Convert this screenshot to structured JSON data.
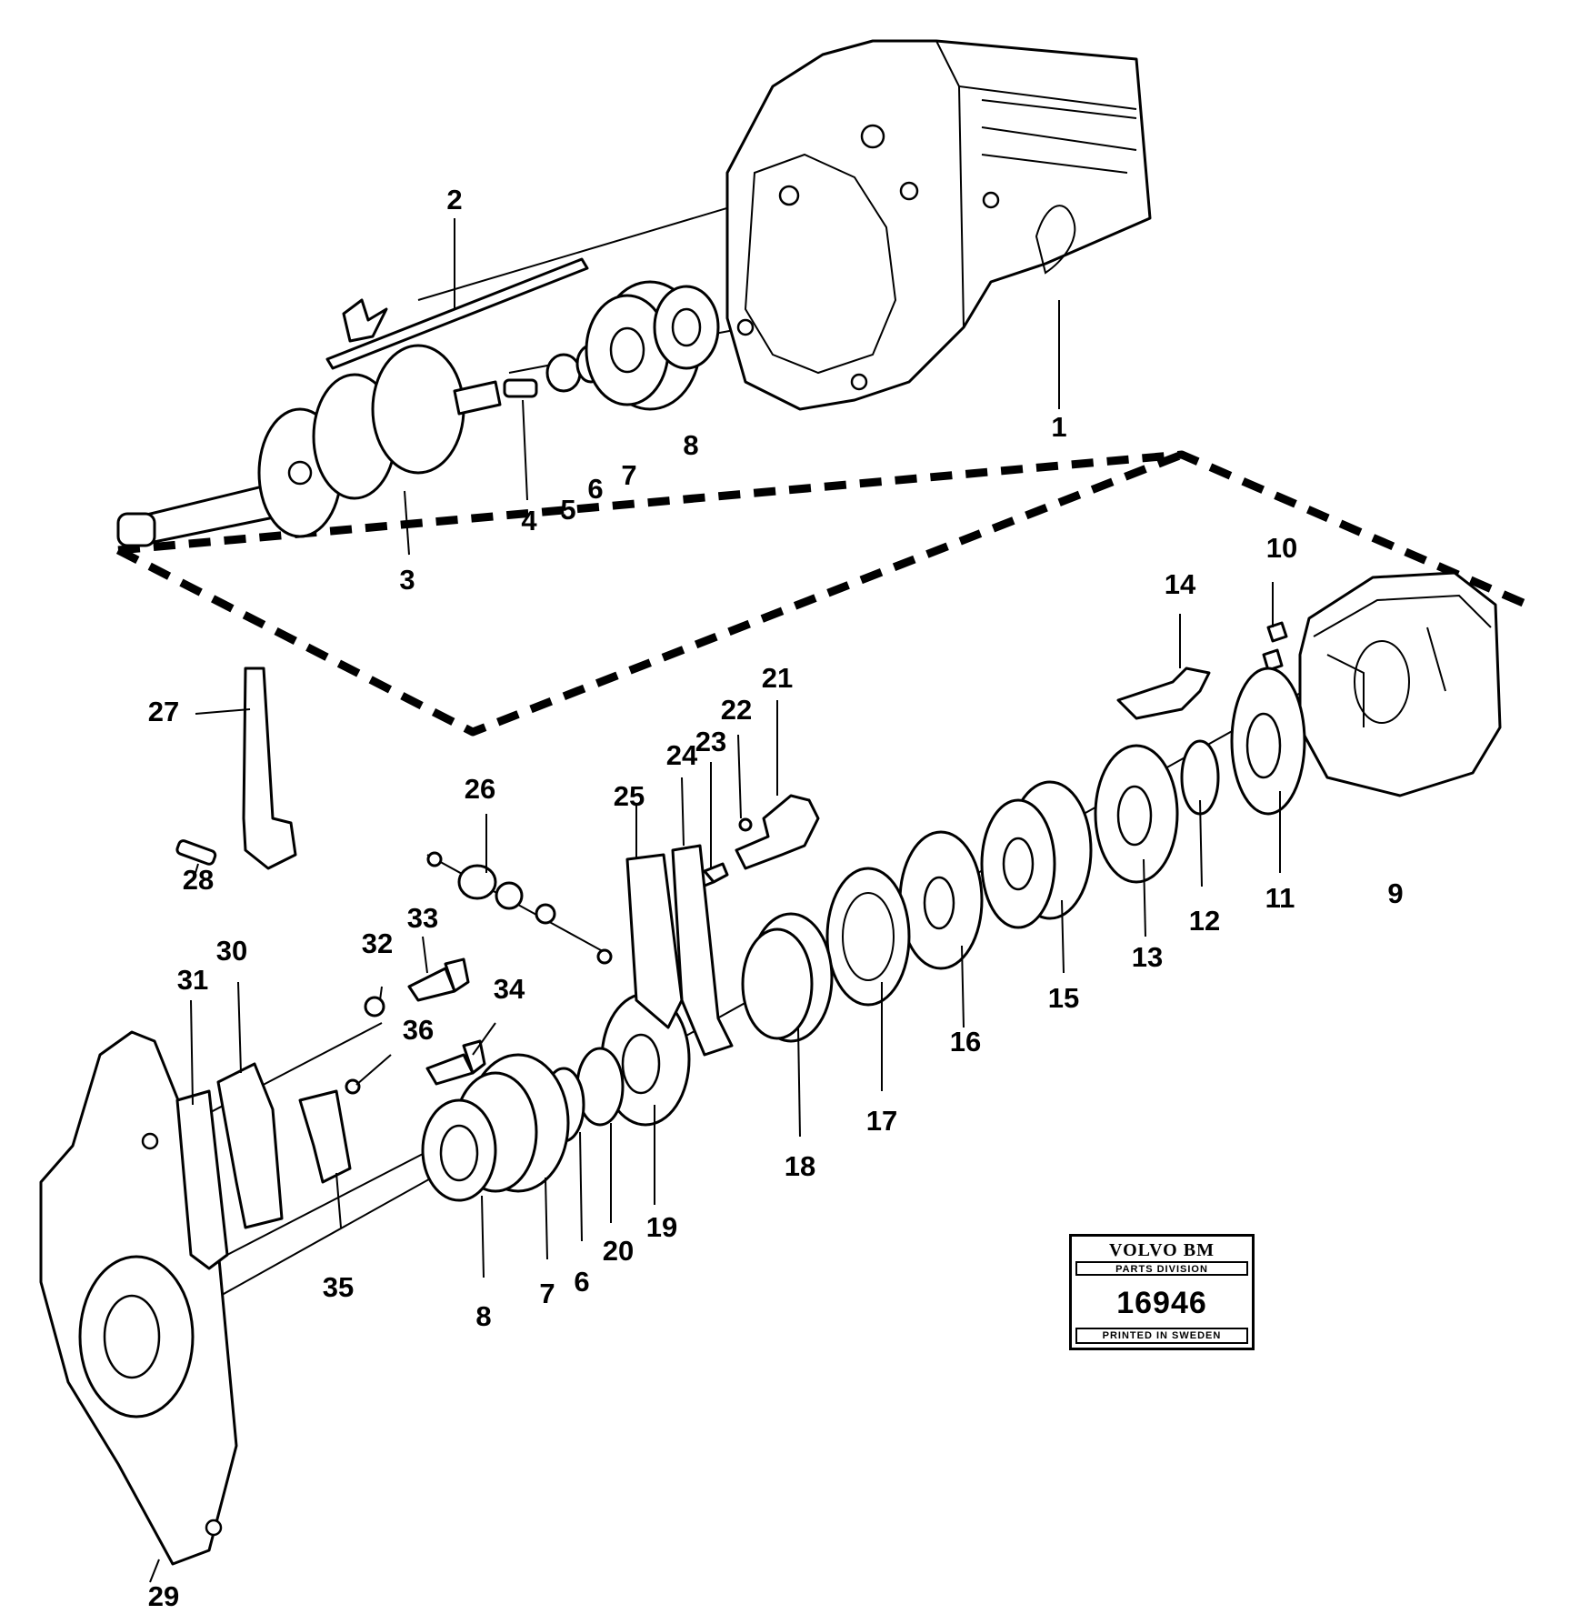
{
  "callouts": [
    "1",
    "2",
    "3",
    "4",
    "5",
    "6",
    "7",
    "8",
    "9",
    "10",
    "11",
    "12",
    "13",
    "14",
    "15",
    "16",
    "17",
    "18",
    "19",
    "20",
    "21",
    "22",
    "23",
    "24",
    "25",
    "26",
    "27",
    "28",
    "29",
    "30",
    "31",
    "32",
    "33",
    "34",
    "35",
    "36",
    "6",
    "7",
    "8"
  ],
  "stamp": {
    "brand": "VOLVO BM",
    "division": "PARTS DIVISION",
    "number": "16946",
    "printed": "PRINTED IN SWEDEN"
  },
  "colors": {
    "ink": "#000000",
    "paper": "#ffffff"
  }
}
